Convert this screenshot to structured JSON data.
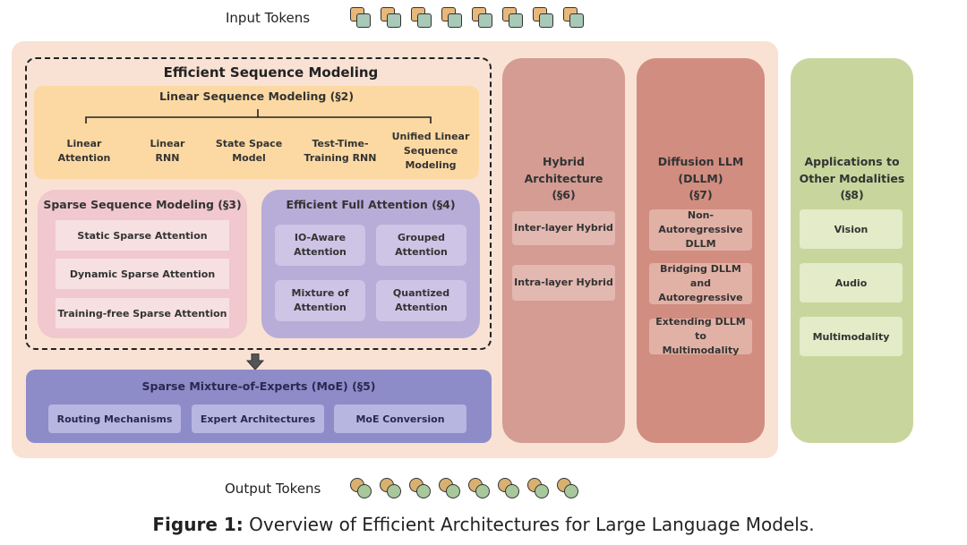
{
  "input_tokens": {
    "label": "Input Tokens",
    "count": 8
  },
  "output_tokens": {
    "label": "Output Tokens",
    "count": 8
  },
  "efficient_sequence_modeling": {
    "title": "Efficient Sequence Modeling",
    "linear": {
      "title": "Linear Sequence Modeling (§2)",
      "items": [
        "Linear\nAttention",
        "Linear\nRNN",
        "State Space\nModel",
        "Test-Time-\nTraining RNN",
        "Unified Linear\nSequence\nModeling"
      ]
    },
    "sparse": {
      "title": "Sparse Sequence Modeling (§3)",
      "items": [
        "Static Sparse Attention",
        "Dynamic Sparse Attention",
        "Training-free Sparse Attention"
      ]
    },
    "full_attention": {
      "title": "Efficient Full Attention (§4)",
      "items": [
        "IO-Aware\nAttention",
        "Grouped\nAttention",
        "Mixture of\nAttention",
        "Quantized\nAttention"
      ]
    }
  },
  "moe": {
    "title": "Sparse Mixture-of-Experts (MoE) (§5)",
    "items": [
      "Routing Mechanisms",
      "Expert Architectures",
      "MoE Conversion"
    ]
  },
  "hybrid": {
    "title": "Hybrid\nArchitecture\n(§6)",
    "items": [
      "Inter-layer Hybrid",
      "Intra-layer Hybrid"
    ]
  },
  "diffusion": {
    "title": "Diffusion LLM\n(DLLM)\n(§7)",
    "items": [
      "Non-\nAutoregressive\nDLLM",
      "Bridging DLLM\nand\nAutoregressive",
      "Extending DLLM to\nMultimodality"
    ]
  },
  "applications": {
    "title": "Applications to\nOther Modalities\n(§8)",
    "items": [
      "Vision",
      "Audio",
      "Multimodality"
    ]
  },
  "caption": {
    "label": "Figure 1:",
    "text": "Overview of Efficient Architectures for Large Language Models."
  },
  "colors": {
    "outer": "#f9e2d4",
    "linear": "#fcd9a3",
    "sparse": "#f0c8cd",
    "full_attention": "#b8acd8",
    "moe": "#8d8cc9",
    "hybrid": "#d49c93",
    "diffusion": "#d18d80",
    "applications": "#c8d69d"
  }
}
